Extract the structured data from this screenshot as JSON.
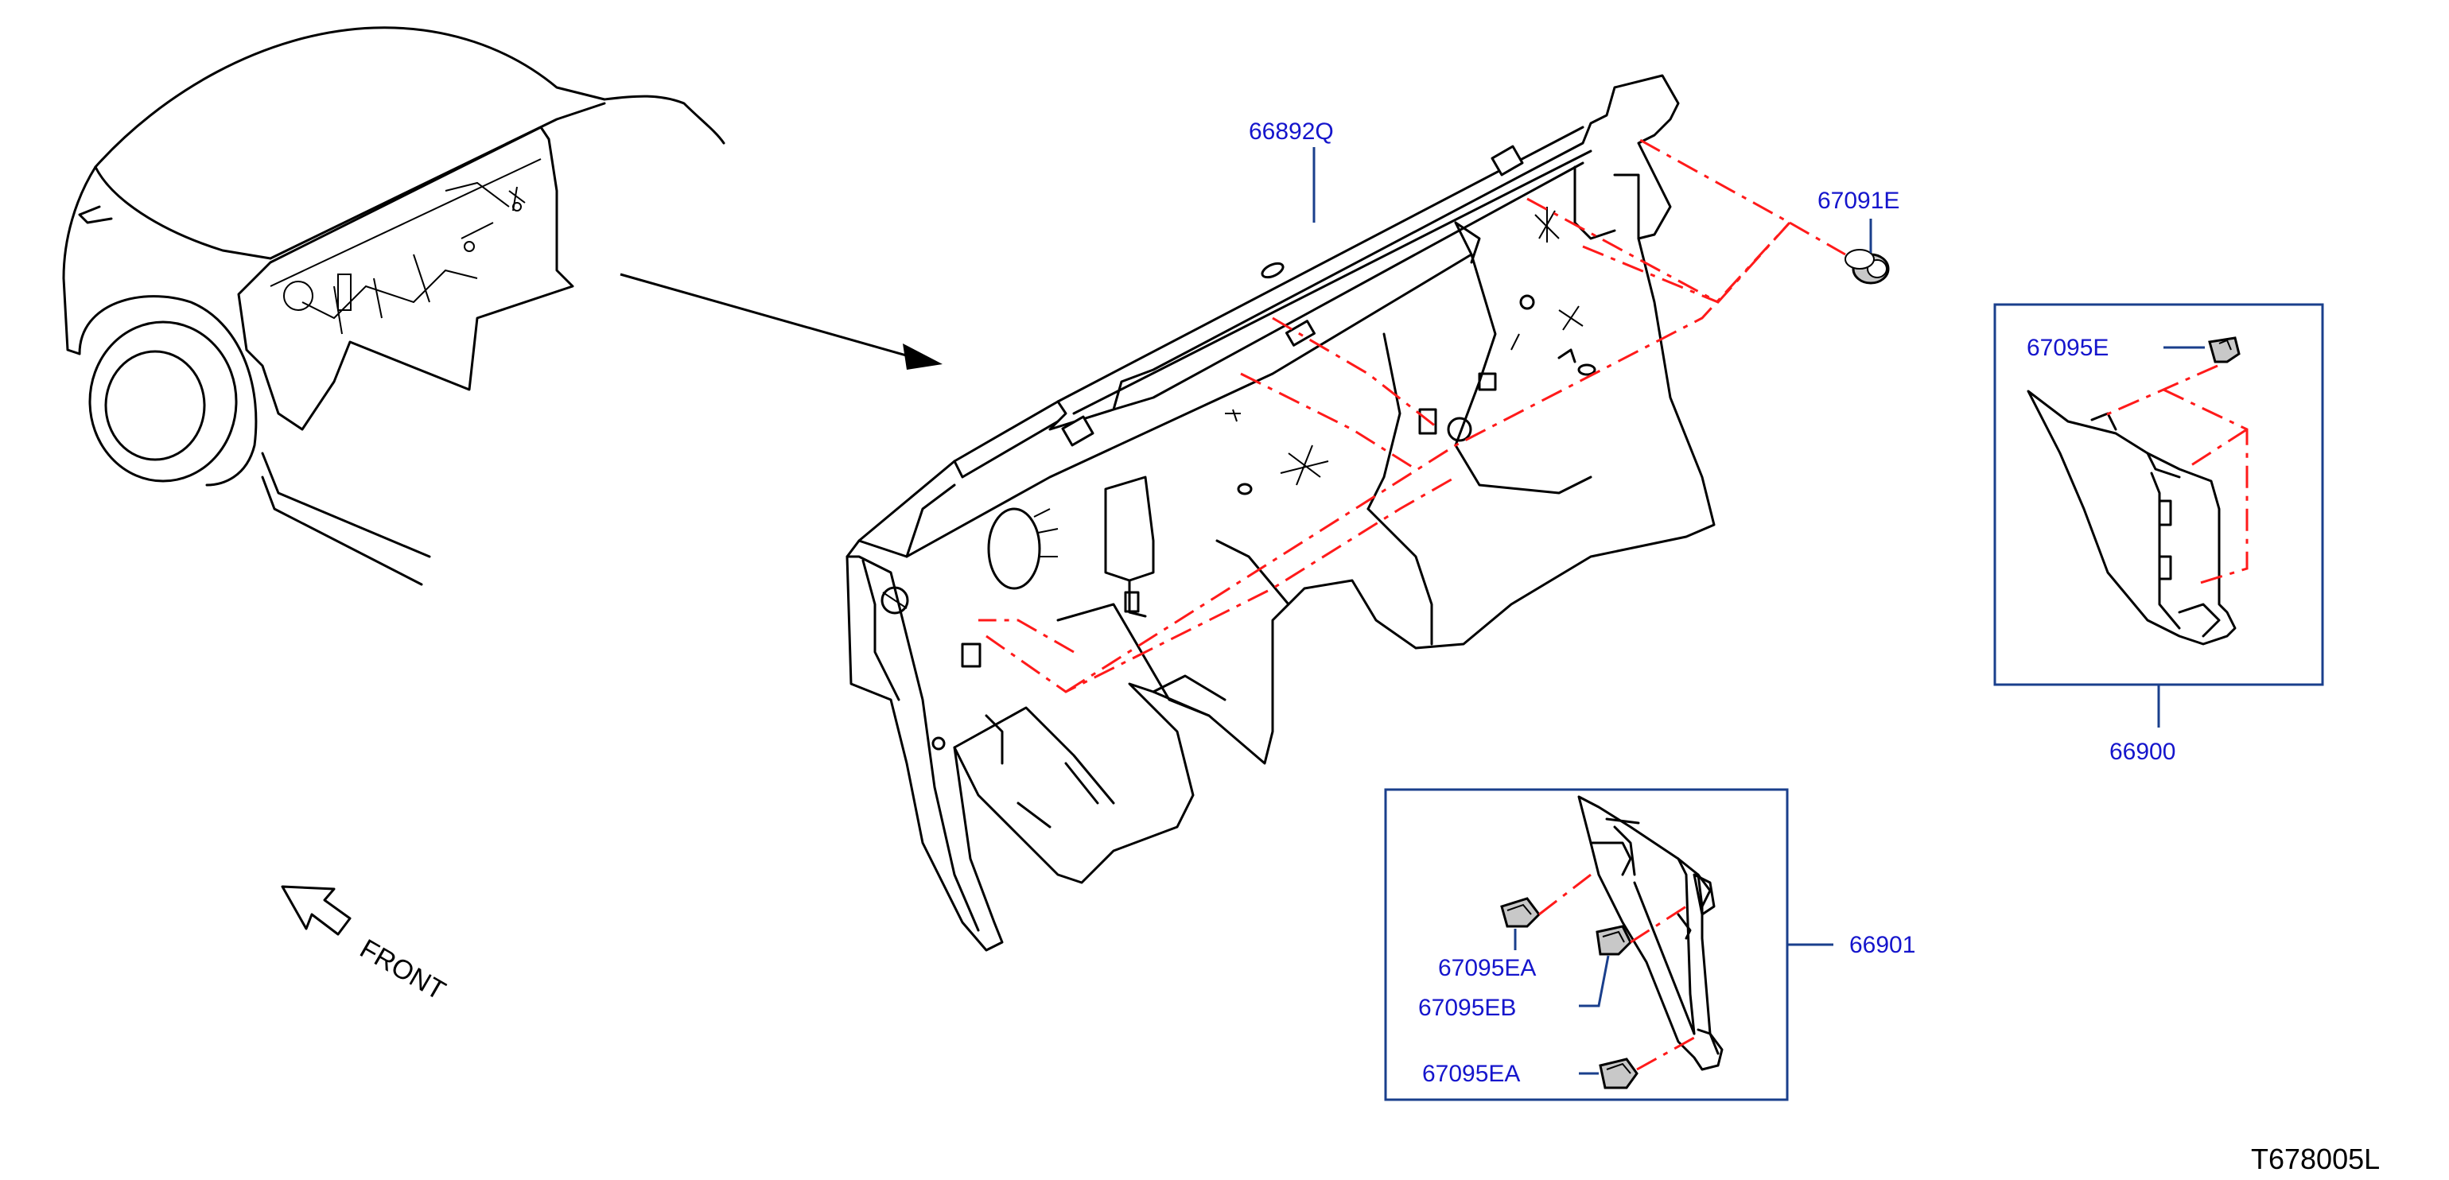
{
  "colors": {
    "label": "#1515cc",
    "leader": "#1a3f8c",
    "dash": "#ff1a1a",
    "line": "#000000"
  },
  "labels": {
    "p66892q": "66892Q",
    "p67091e": "67091E",
    "p67095e": "67095E",
    "p66900": "66900",
    "p66901": "66901",
    "p67095ea_top": "67095EA",
    "p67095eb": "67095EB",
    "p67095ea_bottom": "67095EA"
  },
  "direction": {
    "front": "FRONT",
    "front_icon": "arrow-up-left-icon"
  },
  "reference": "T678005L"
}
